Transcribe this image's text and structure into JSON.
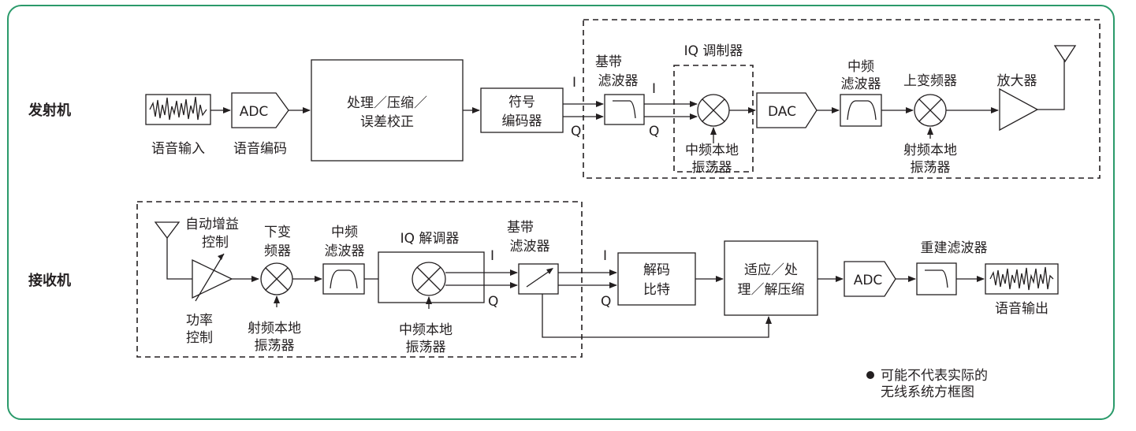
{
  "rows": {
    "transmitter": "发射机",
    "receiver": "接收机"
  },
  "tx": {
    "voice_in": "语音输入",
    "adc": "ADC",
    "voice_enc": "语音编码",
    "proc_l1": "处理／压缩／",
    "proc_l2": "误差校正",
    "sym_l1": "符号",
    "sym_l2": "编码器",
    "i": "I",
    "q": "Q",
    "bb_l1": "基带",
    "bb_l2": "滤波器",
    "i2": "I",
    "q2": "Q",
    "iq_mod": "IQ 调制器",
    "if_lo_l1": "中频本地",
    "if_lo_l2": "振荡器",
    "dac": "DAC",
    "if_filt_l1": "中频",
    "if_filt_l2": "滤波器",
    "upconv": "上变频器",
    "rf_lo_l1": "射频本地",
    "rf_lo_l2": "振荡器",
    "amp": "放大器"
  },
  "rx": {
    "agc_l1": "自动增益",
    "agc_l2": "控制",
    "power_l1": "功率",
    "power_l2": "控制",
    "down_l1": "下变",
    "down_l2": "频器",
    "rf_lo_l1": "射频本地",
    "rf_lo_l2": "振荡器",
    "if_filt_l1": "中频",
    "if_filt_l2": "滤波器",
    "iq_demod": "IQ 解调器",
    "if_lo_l1": "中频本地",
    "if_lo_l2": "振荡器",
    "bb_l1": "基带",
    "bb_l2": "滤波器",
    "i": "I",
    "q": "Q",
    "i2": "I",
    "q2": "Q",
    "decode_l1": "解码",
    "decode_l2": "比特",
    "adapt_l1": "适应／处",
    "adapt_l2": "理／解压缩",
    "adc": "ADC",
    "recon": "重建滤波器",
    "voice_out": "语音输出"
  },
  "note": {
    "l1": "可能不代表实际的",
    "l2": "无线系统方框图"
  }
}
